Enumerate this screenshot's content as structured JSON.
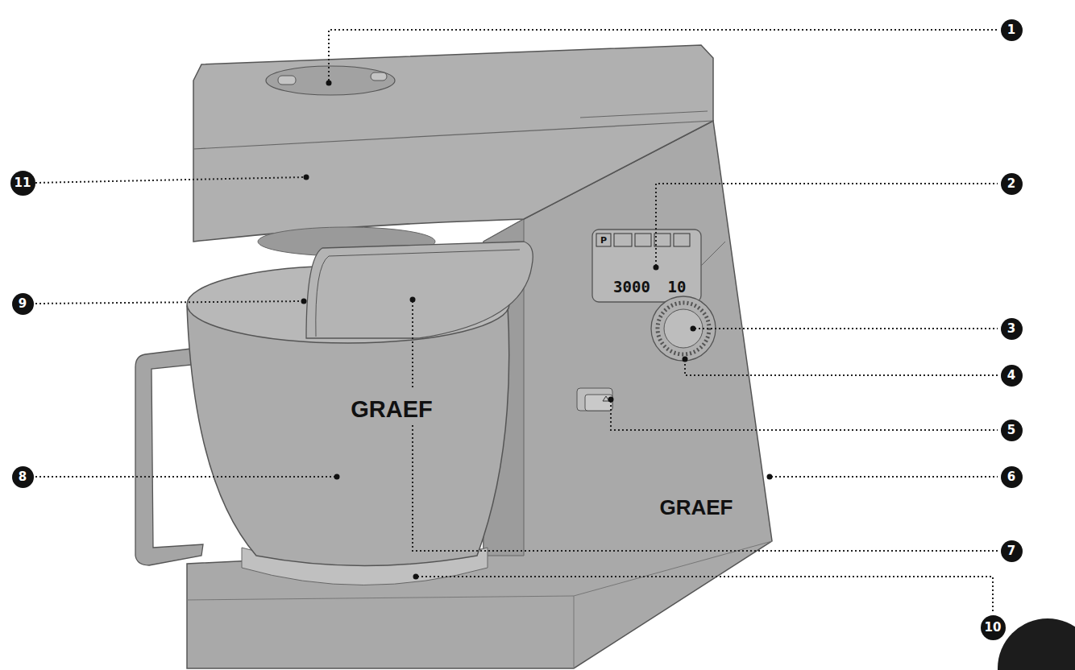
{
  "diagram": {
    "nodes": [
      {
        "text": [
          "1"
        ]
      },
      {
        "text": [
          "2"
        ]
      },
      {
        "text": [
          "3"
        ]
      },
      {
        "text": [
          "4"
        ]
      },
      {
        "text": [
          "5"
        ]
      },
      {
        "text": [
          "6"
        ]
      },
      {
        "text": [
          "7"
        ]
      },
      {
        "text": [
          "8"
        ]
      },
      {
        "text": [
          "9"
        ]
      },
      {
        "text": [
          "10"
        ]
      },
      {
        "text": [
          "11"
        ]
      }
    ],
    "labels": [
      "GRAEF",
      "GRAEF",
      "P",
      "3000",
      "10"
    ]
  }
}
